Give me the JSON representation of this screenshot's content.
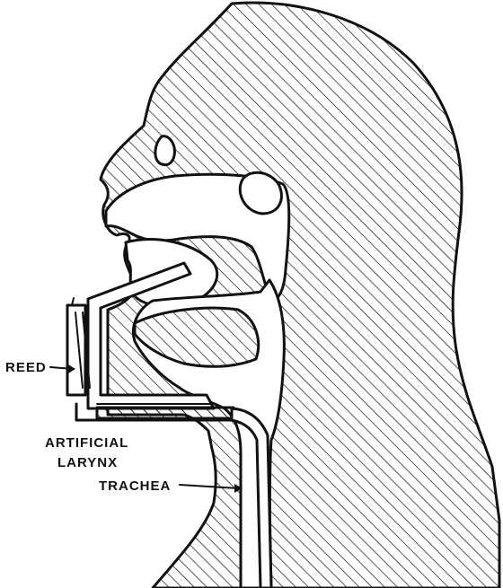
{
  "labels": {
    "reed": "REED",
    "artificial_larynx_line1": "ARTIFICIAL",
    "artificial_larynx_line2": "LARYNX",
    "trachea": "TRACHEA"
  },
  "colors": {
    "ink": "#111111",
    "background": "#ffffff"
  }
}
